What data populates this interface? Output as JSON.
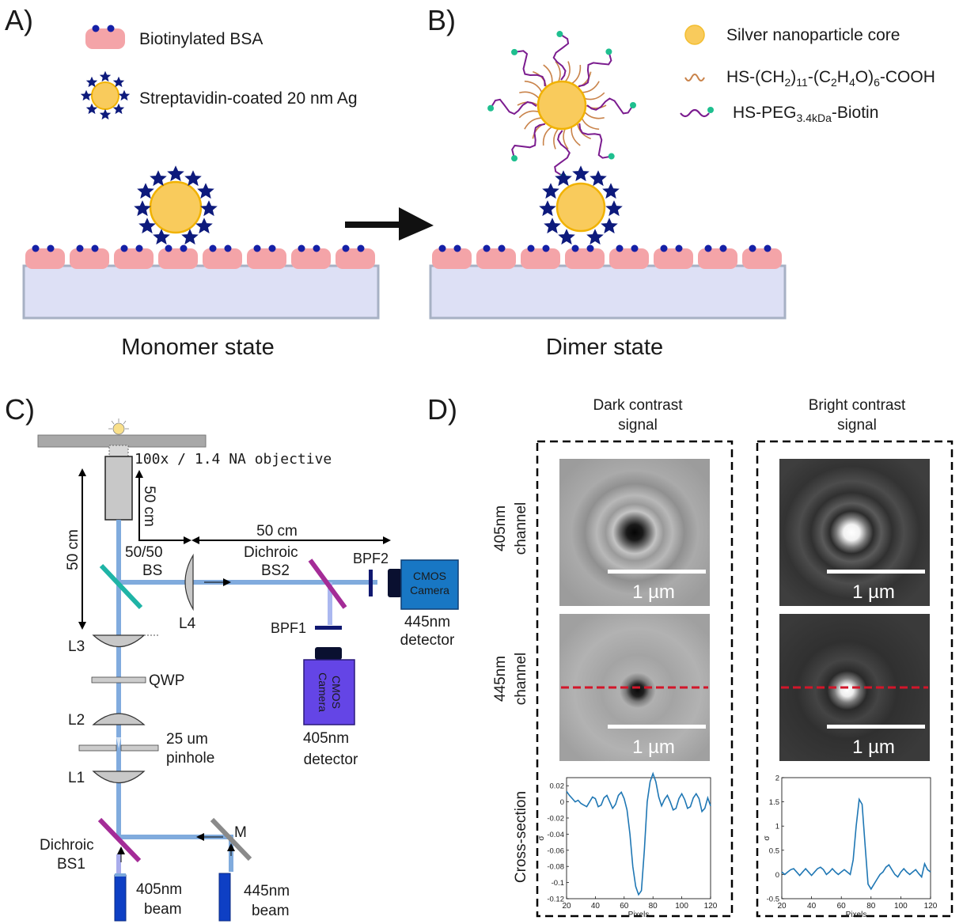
{
  "panel_a": {
    "letter": "A)",
    "legend_bsa": "Biotinylated BSA",
    "legend_ag": "Streptavidin-coated 20 nm Ag",
    "caption": "Monomer state"
  },
  "panel_b": {
    "letter": "B)",
    "legend_core": "Silver nanoparticle core",
    "legend_ligand_html": "HS-(CH2)11-(C2H4O)6-COOH",
    "legend_peg": "HS-PEG3.4kDa-Biotin",
    "caption": "Dimer state"
  },
  "panel_c": {
    "letter": "C)",
    "objective": "100x / 1.4 NA objective",
    "dist_vertical_short": "50 cm",
    "dist_vertical_long": "50 cm",
    "dist_horizontal": "50 cm",
    "bs_5050_line1": "50/50",
    "bs_5050_line2": "BS",
    "dichroic_bs2_line1": "Dichroic",
    "dichroic_bs2_line2": "BS2",
    "bpf2": "BPF2",
    "bpf1": "BPF1",
    "cam_445_line1": "CMOS",
    "cam_445_line2": "Camera",
    "cam_405_line1": "CMOS",
    "cam_405_line2": "Camera",
    "det_445_line1": "445nm",
    "det_445_line2": "detector",
    "det_405_line1": "405nm",
    "det_405_line2": "detector",
    "l4": "L4",
    "l3": "L3",
    "qwp": "QWP",
    "l2": "L2",
    "pinhole_line1": "25 um",
    "pinhole_line2": "pinhole",
    "l1": "L1",
    "mirror": "M",
    "dichroic_bs1_line1": "Dichroic",
    "dichroic_bs1_line2": "BS1",
    "beam405_line1": "405nm",
    "beam405_line2": "beam",
    "beam445_line1": "445nm",
    "beam445_line2": "beam"
  },
  "panel_d": {
    "letter": "D)",
    "dark_title_line1": "Dark contrast",
    "dark_title_line2": "signal",
    "bright_title_line1": "Bright contrast",
    "bright_title_line2": "signal",
    "row1_line1": "405nm",
    "row1_line2": "channel",
    "row2_line1": "445nm",
    "row2_line2": "channel",
    "row3": "Cross-section",
    "scalebar": "1 µm"
  },
  "chart_data": [
    {
      "type": "line",
      "xlabel": "Pixels",
      "ylabel": "σ",
      "xlim": [
        20,
        120
      ],
      "ylim": [
        -0.12,
        0.03
      ],
      "xticks": [
        20,
        40,
        60,
        80,
        100,
        120
      ],
      "yticks": [
        0.02,
        0,
        -0.02,
        -0.04,
        -0.06,
        -0.08,
        -0.1,
        -0.12
      ],
      "ytick_labels": [
        "0.02",
        "0",
        "-0.02",
        "-0.04",
        "-0.06",
        "-0.08",
        "-0.1",
        "-0.12"
      ],
      "series": [
        {
          "color": "#1f77b4",
          "x": [
            20,
            22,
            24,
            26,
            28,
            30,
            32,
            34,
            36,
            38,
            40,
            42,
            44,
            46,
            48,
            50,
            52,
            54,
            56,
            58,
            60,
            62,
            64,
            66,
            68,
            70,
            72,
            74,
            76,
            78,
            80,
            82,
            84,
            86,
            88,
            90,
            92,
            94,
            96,
            98,
            100,
            102,
            104,
            106,
            108,
            110,
            112,
            114,
            116,
            118,
            120
          ],
          "y": [
            0.013,
            0.008,
            0.004,
            0.0,
            0.002,
            -0.002,
            -0.004,
            -0.006,
            0.0,
            0.006,
            0.004,
            -0.006,
            -0.004,
            0.005,
            0.008,
            0.0,
            -0.008,
            -0.003,
            0.008,
            0.012,
            0.004,
            -0.01,
            -0.04,
            -0.08,
            -0.105,
            -0.115,
            -0.11,
            -0.06,
            0.0,
            0.025,
            0.035,
            0.025,
            0.006,
            -0.005,
            0.003,
            0.008,
            0.0,
            -0.01,
            -0.008,
            0.004,
            0.01,
            0.003,
            -0.008,
            -0.006,
            0.005,
            0.01,
            0.004,
            -0.012,
            -0.008,
            0.005,
            -0.005
          ]
        }
      ]
    },
    {
      "type": "line",
      "xlabel": "Pixels",
      "ylabel": "σ",
      "xlim": [
        20,
        120
      ],
      "ylim": [
        -0.5,
        2
      ],
      "xticks": [
        20,
        40,
        60,
        80,
        100,
        120
      ],
      "yticks": [
        2,
        1.5,
        1,
        0.5,
        0,
        -0.5
      ],
      "ytick_labels": [
        "2",
        "1.5",
        "1",
        "0.5",
        "0",
        "-0.5"
      ],
      "series": [
        {
          "color": "#1f77b4",
          "x": [
            20,
            22,
            24,
            26,
            28,
            30,
            32,
            34,
            36,
            38,
            40,
            42,
            44,
            46,
            48,
            50,
            52,
            54,
            56,
            58,
            60,
            62,
            64,
            66,
            68,
            70,
            72,
            74,
            76,
            78,
            80,
            82,
            84,
            86,
            88,
            90,
            92,
            94,
            96,
            98,
            100,
            102,
            104,
            106,
            108,
            110,
            112,
            114,
            116,
            118,
            120
          ],
          "y": [
            0.05,
            0.0,
            0.05,
            0.1,
            0.12,
            0.05,
            -0.02,
            0.05,
            0.12,
            0.05,
            -0.02,
            0.05,
            0.12,
            0.15,
            0.1,
            0.0,
            0.05,
            0.12,
            0.05,
            0.0,
            0.05,
            0.1,
            0.05,
            0.0,
            0.3,
            1.0,
            1.55,
            1.45,
            0.6,
            -0.2,
            -0.3,
            -0.2,
            -0.1,
            0.0,
            0.05,
            0.15,
            0.2,
            0.1,
            0.0,
            -0.05,
            0.05,
            0.12,
            0.05,
            0.0,
            0.05,
            0.1,
            0.02,
            -0.05,
            0.22,
            0.1,
            0.05
          ]
        }
      ]
    }
  ]
}
